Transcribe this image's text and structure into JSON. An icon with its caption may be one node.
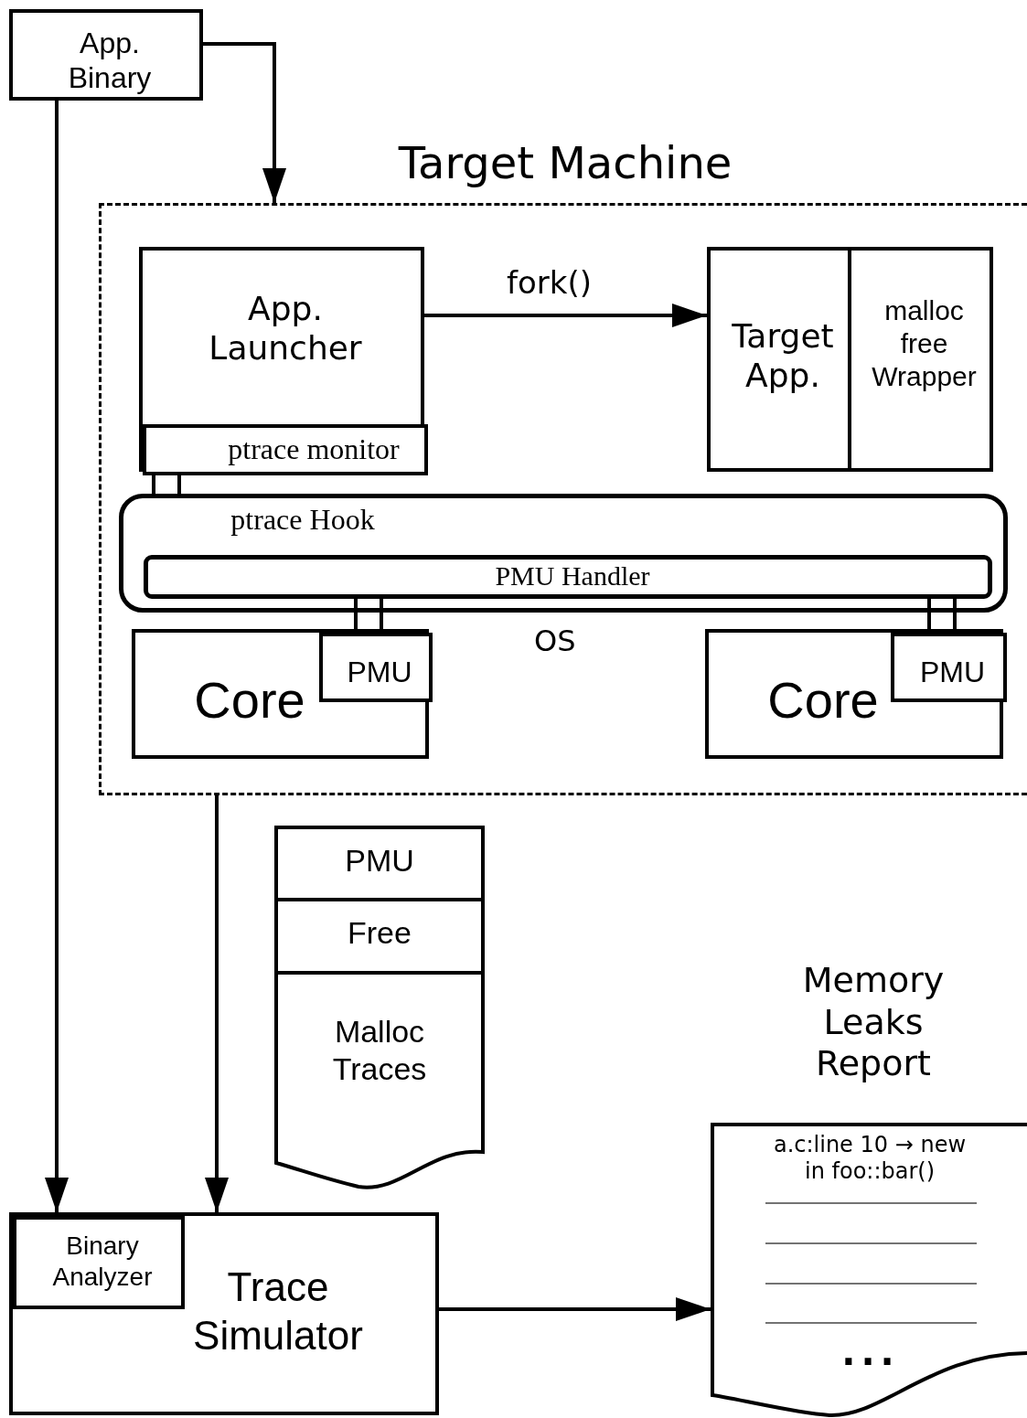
{
  "diagram": {
    "nodes": [
      {
        "text": [
          "App. Binary"
        ]
      },
      {
        "text": [
          "Target Machine"
        ]
      },
      {
        "text": [
          "App. Launcher"
        ],
        "in": 1
      },
      {
        "text": [
          "ptrace monitor"
        ],
        "in": 2
      },
      {
        "text": [
          "Target App."
        ],
        "in": 1
      },
      {
        "text": [
          "malloc free Wrapper"
        ],
        "in": 1
      },
      {
        "text": [
          "ptrace Hook"
        ],
        "beside": [
          "OS"
        ],
        "in": 1
      },
      {
        "text": [
          "PMU Handler"
        ],
        "in": 6
      },
      {
        "text": [
          "Core"
        ],
        "in": 1
      },
      {
        "text": [
          "PMU"
        ],
        "in": 8
      },
      {
        "text": [
          "Core"
        ],
        "in": 1
      },
      {
        "text": [
          "PMU"
        ],
        "in": 10
      },
      {
        "text": [
          "PMU"
        ]
      },
      {
        "text": [
          "Free"
        ]
      },
      {
        "text": [
          "Malloc Traces"
        ]
      },
      {
        "text": [
          "Trace Simulator"
        ]
      },
      {
        "text": [
          "Binary Analyzer"
        ],
        "in": 15
      },
      {
        "text": [
          "Memory Leaks Report",
          "a.c:line 10 → new in foo::bar()",
          "..."
        ]
      }
    ],
    "edges": [
      {
        "from": 0,
        "to": 1,
        "arrow": "to"
      },
      {
        "from": 0,
        "to": 15,
        "arrow": "to"
      },
      {
        "from": 2,
        "to": 4,
        "label": "fork()",
        "arrow": "to"
      },
      {
        "from": 3,
        "to": 6,
        "arrow": "none"
      },
      {
        "from": 9,
        "to": 7,
        "arrow": "none"
      },
      {
        "from": 11,
        "to": 7,
        "arrow": "none"
      },
      {
        "from": 1,
        "to": 15,
        "arrow": "to"
      },
      {
        "from": 15,
        "to": 17,
        "arrow": "to"
      }
    ]
  }
}
